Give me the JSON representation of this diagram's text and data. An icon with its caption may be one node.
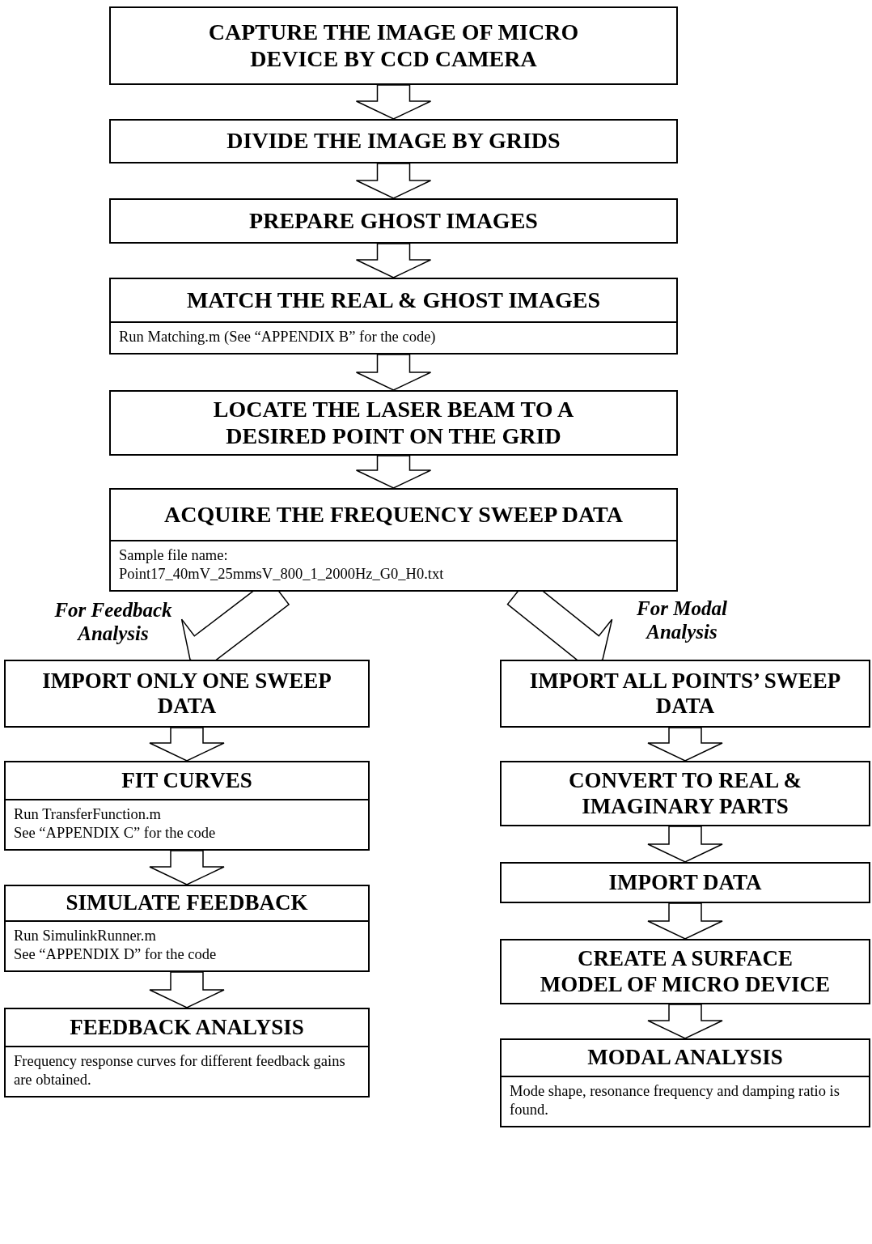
{
  "diagram": {
    "nodes": [
      {
        "text": [
          "CAPTURE THE IMAGE OF MICRO DEVICE BY CCD CAMERA"
        ]
      },
      {
        "text": [
          "DIVIDE THE IMAGE BY GRIDS"
        ]
      },
      {
        "text": [
          "PREPARE GHOST IMAGES"
        ]
      },
      {
        "text": [
          "MATCH THE REAL & GHOST IMAGES",
          "Run Matching.m  (See “APPENDIX B” for the code)"
        ]
      },
      {
        "text": [
          "LOCATE THE LASER BEAM TO A DESIRED POINT ON THE GRID"
        ]
      },
      {
        "text": [
          "ACQUIRE THE FREQUENCY SWEEP DATA",
          "Sample file name:",
          "Point17_40mV_25mmsV_800_1_2000Hz_G0_H0.txt"
        ]
      },
      {
        "text": [
          "IMPORT ONLY ONE SWEEP DATA"
        ]
      },
      {
        "text": [
          "FIT CURVES",
          "Run TransferFunction.m",
          "See “APPENDIX C” for the code"
        ]
      },
      {
        "text": [
          "SIMULATE FEEDBACK",
          "Run SimulinkRunner.m",
          "See “APPENDIX D” for the code"
        ]
      },
      {
        "text": [
          "FEEDBACK ANALYSIS",
          "Frequency response curves for different feedback gains are obtained."
        ]
      },
      {
        "text": [
          "IMPORT ALL POINTS’ SWEEP DATA"
        ]
      },
      {
        "text": [
          "CONVERT TO REAL & IMAGINARY PARTS"
        ]
      },
      {
        "text": [
          "IMPORT DATA"
        ]
      },
      {
        "text": [
          "CREATE A SURFACE MODEL OF MICRO DEVICE"
        ]
      },
      {
        "text": [
          "MODAL ANALYSIS",
          "Mode shape, resonance frequency and damping ratio is found."
        ]
      }
    ],
    "edges": [
      {
        "from": 0,
        "to": 1,
        "arrow": "to"
      },
      {
        "from": 1,
        "to": 2,
        "arrow": "to"
      },
      {
        "from": 2,
        "to": 3,
        "arrow": "to"
      },
      {
        "from": 3,
        "to": 4,
        "arrow": "to"
      },
      {
        "from": 4,
        "to": 5,
        "arrow": "to"
      },
      {
        "from": 5,
        "to": 6,
        "arrow": "to",
        "label": "For Feedback Analysis"
      },
      {
        "from": 5,
        "to": 10,
        "arrow": "to",
        "label": "For Modal Analysis"
      },
      {
        "from": 6,
        "to": 7,
        "arrow": "to"
      },
      {
        "from": 7,
        "to": 8,
        "arrow": "to"
      },
      {
        "from": 8,
        "to": 9,
        "arrow": "to"
      },
      {
        "from": 10,
        "to": 11,
        "arrow": "to"
      },
      {
        "from": 11,
        "to": 12,
        "arrow": "to"
      },
      {
        "from": 12,
        "to": 13,
        "arrow": "to"
      },
      {
        "from": 13,
        "to": 14,
        "arrow": "to"
      }
    ]
  }
}
